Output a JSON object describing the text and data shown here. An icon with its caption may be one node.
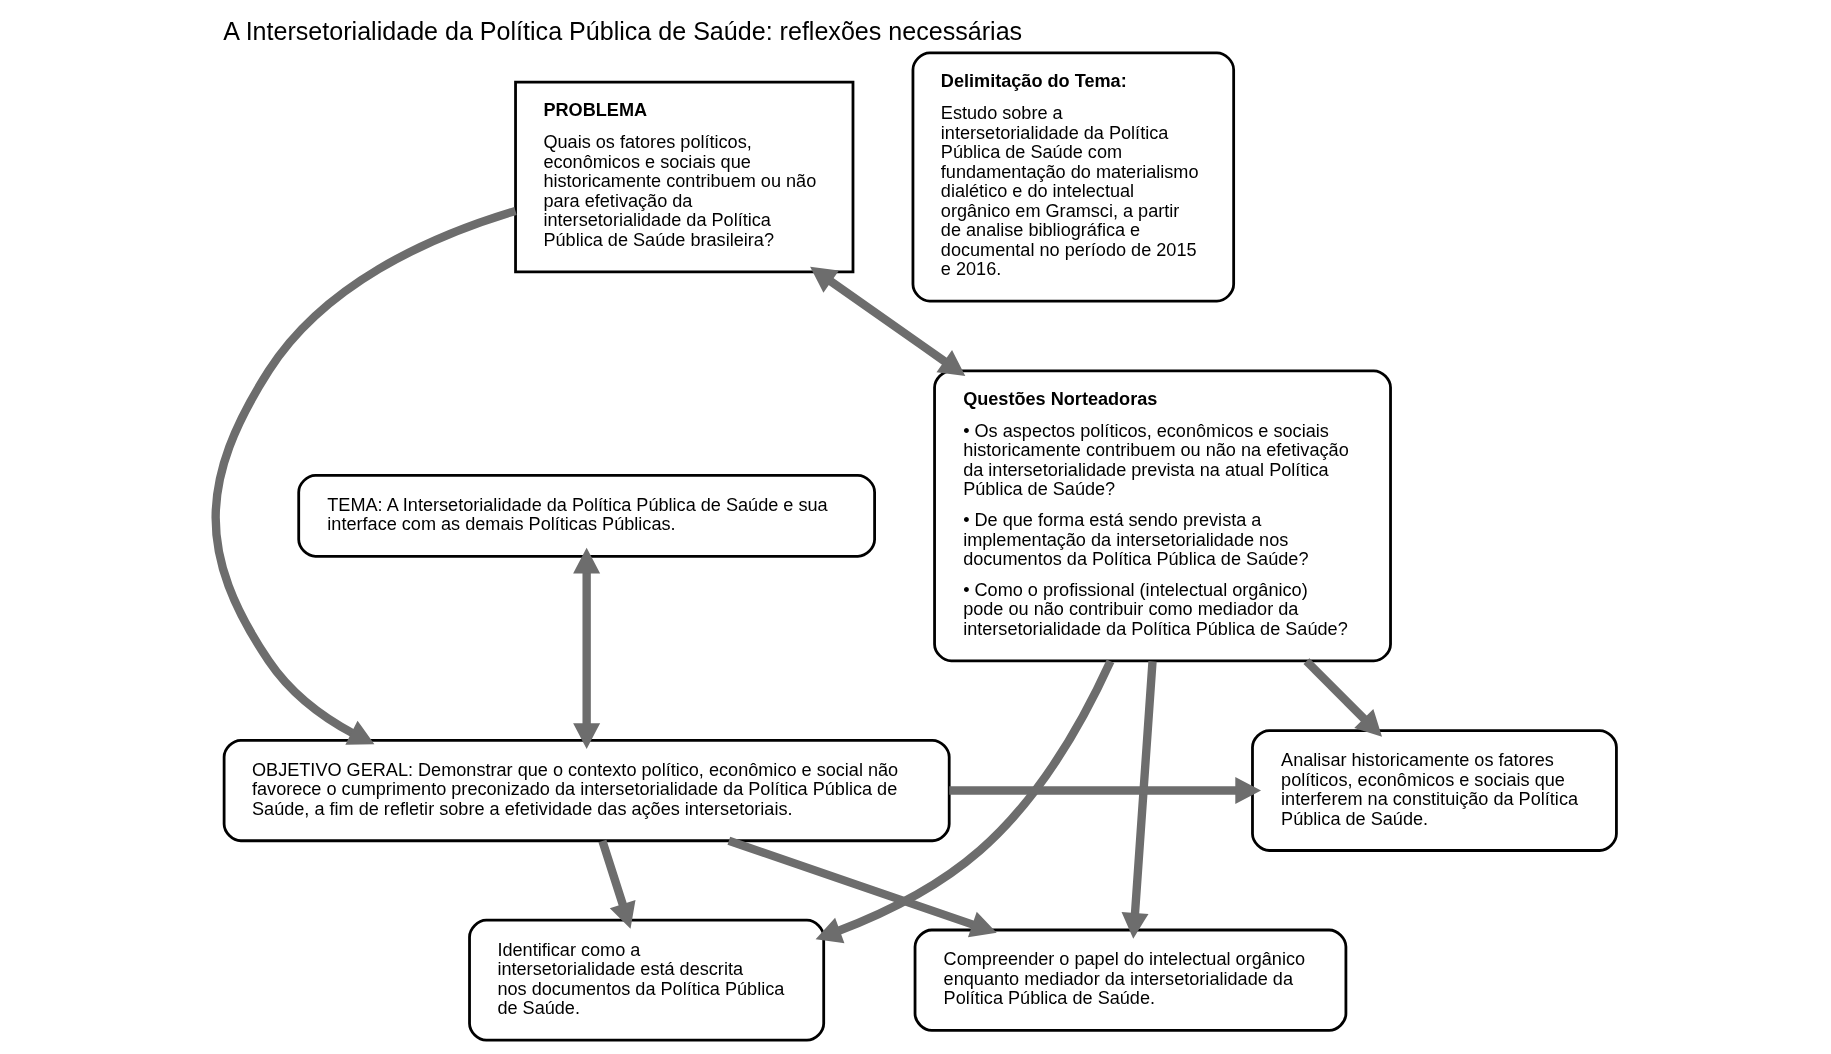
{
  "diagram": {
    "title": "A Intersetorialidade da Política Pública de Saúde: reflexões necessárias",
    "nodes": [
      {
        "text": [
          "TEMA: A Intersetorialidade da Política Pública de Saúde e sua interface com as demais Políticas Públicas."
        ]
      },
      {
        "text": [
          "Delimitação do Tema:",
          "Estudo sobre a intersetorialidade da Política Pública de Saúde com fundamentação do materialismo dialético e do intelectual orgânico em Gramsci, a partir de analise bibliográfica e documental no período de 2015 e 2016."
        ]
      },
      {
        "text": [
          "PROBLEMA",
          "Quais os fatores políticos, econômicos e sociais que historicamente contribuem ou não para efetivação da intersetorialidade da Política Pública de Saúde brasileira?"
        ]
      },
      {
        "text": [
          "Questões Norteadoras",
          "• Os aspectos políticos, econômicos e sociais historicamente contribuem ou não na efetivação da intersetorialidade prevista na atual Política Pública de Saúde?",
          "• De que forma está sendo prevista a implementação da intersetorialidade nos documentos da Política Pública de Saúde?",
          "• Como o profissional (intelectual orgânico) pode ou não contribuir como mediador da intersetorialidade da Política Pública de Saúde?"
        ]
      },
      {
        "text": [
          "OBJETIVO GERAL: Demonstrar que o contexto político, econômico e social não favorece o cumprimento preconizado da intersetorialidade da Política Pública de Saúde, a fim de refletir sobre a efetividade das ações intersetoriais."
        ]
      },
      {
        "text": [
          "Analisar historicamente os fatores políticos, econômicos e sociais que interferem na constituição da Política Pública de Saúde."
        ]
      },
      {
        "text": [
          "Identificar como a intersetorialidade está descrita nos documentos da Política Pública de Saúde."
        ]
      },
      {
        "text": [
          "Compreender o papel do intelectual orgânico enquanto mediador da intersetorialidade da Política Pública de Saúde."
        ]
      }
    ],
    "edges": [
      {
        "from": 0,
        "to": 4,
        "arrow": "both"
      },
      {
        "from": 2,
        "to": 3,
        "arrow": "both"
      },
      {
        "from": 2,
        "to": 4,
        "arrow": "to"
      },
      {
        "from": 4,
        "to": 5,
        "arrow": "to"
      },
      {
        "from": 4,
        "to": 6,
        "arrow": "to"
      },
      {
        "from": 4,
        "to": 7,
        "arrow": "to"
      },
      {
        "from": 3,
        "to": 5,
        "arrow": "to"
      },
      {
        "from": 3,
        "to": 6,
        "arrow": "to"
      },
      {
        "from": 3,
        "to": 7,
        "arrow": "to"
      }
    ]
  }
}
